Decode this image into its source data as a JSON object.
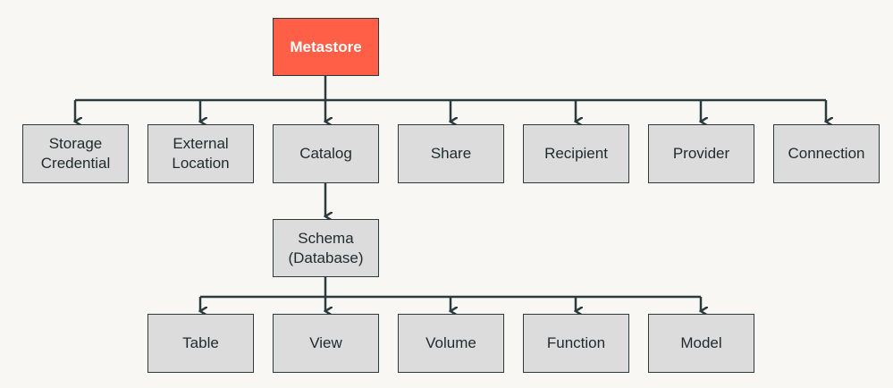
{
  "colors": {
    "background": "#f8f7f4",
    "root_fill": "#ff5f46",
    "node_fill": "#dcdcdc",
    "line": "#2b3a3d"
  },
  "root": {
    "label": "Metastore"
  },
  "level1": [
    {
      "label": "Storage\nCredential"
    },
    {
      "label": "External\nLocation"
    },
    {
      "label": "Catalog"
    },
    {
      "label": "Share"
    },
    {
      "label": "Recipient"
    },
    {
      "label": "Provider"
    },
    {
      "label": "Connection"
    }
  ],
  "schema": {
    "label": "Schema\n(Database)"
  },
  "level3": [
    {
      "label": "Table"
    },
    {
      "label": "View"
    },
    {
      "label": "Volume"
    },
    {
      "label": "Function"
    },
    {
      "label": "Model"
    }
  ]
}
